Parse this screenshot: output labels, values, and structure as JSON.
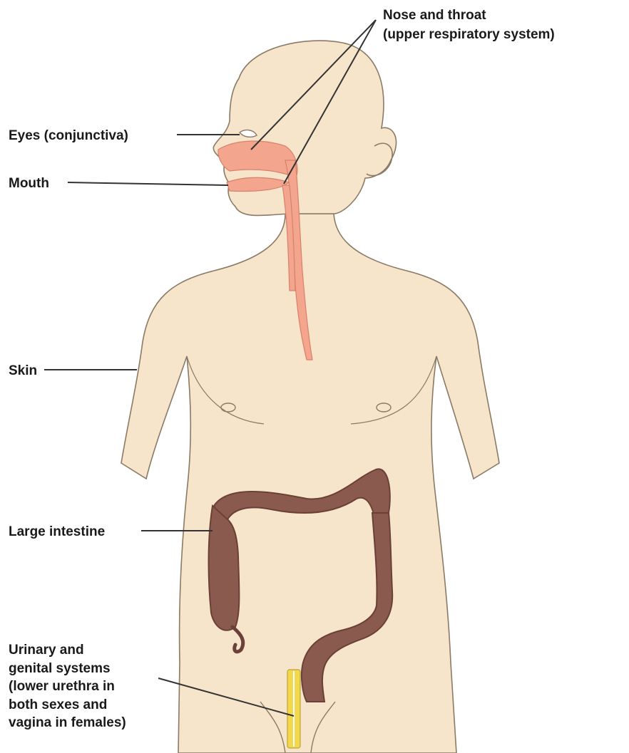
{
  "labels": {
    "nose_throat": [
      "Nose and throat",
      "(upper respiratory system)"
    ],
    "eyes": "Eyes (conjunctiva)",
    "mouth": "Mouth",
    "skin": "Skin",
    "large_intestine": "Large intestine",
    "urinary_genital": [
      "Urinary and",
      "genital systems",
      "(lower urethra in",
      "both sexes and",
      "vagina in females)"
    ]
  },
  "colors": {
    "skin_fill": "#f6e5cb",
    "outline": "#8a7a66",
    "respiratory_tract": "#f4a58e",
    "intestine": "#8b5a4e",
    "intestine_dark": "#6b4038",
    "urethra": "#f2d84a",
    "leader_line": "#333333"
  }
}
